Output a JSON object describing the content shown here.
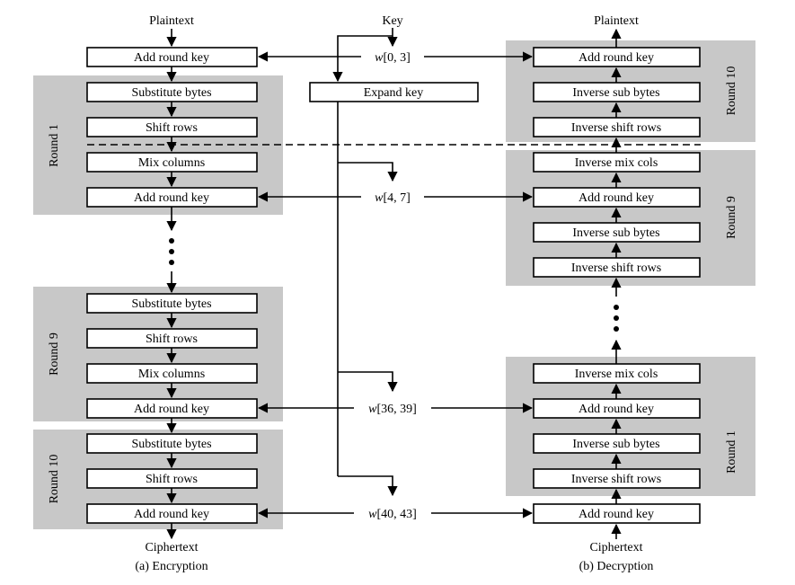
{
  "enc": {
    "plaintext": "Plaintext",
    "initial_add": "Add round key",
    "r1": [
      "Substitute bytes",
      "Shift rows",
      "Mix columns",
      "Add round key"
    ],
    "r9": [
      "Substitute bytes",
      "Shift rows",
      "Mix columns",
      "Add round key"
    ],
    "r10": [
      "Substitute bytes",
      "Shift rows",
      "Add round key"
    ],
    "round_1": "Round 1",
    "round_9": "Round 9",
    "round_10": "Round 10",
    "ciphertext": "Ciphertext",
    "caption": "(a) Encryption"
  },
  "key": {
    "title": "Key",
    "expand": "Expand key",
    "w": [
      {
        "pre": "w",
        "post": "[0, 3]"
      },
      {
        "pre": "w",
        "post": "[4, 7]"
      },
      {
        "pre": "w",
        "post": "[36, 39]"
      },
      {
        "pre": "w",
        "post": "[40, 43]"
      }
    ]
  },
  "dec": {
    "plaintext": "Plaintext",
    "r10": [
      "Add round key",
      "Inverse sub bytes",
      "Inverse shift rows"
    ],
    "r9": [
      "Inverse mix cols",
      "Add round key",
      "Inverse sub bytes",
      "Inverse shift rows"
    ],
    "r1": [
      "Inverse mix cols",
      "Add round key",
      "Inverse sub bytes",
      "Inverse shift rows"
    ],
    "initial_add": "Add round key",
    "round_10": "Round 10",
    "round_9": "Round 9",
    "round_1": "Round 1",
    "ciphertext": "Ciphertext",
    "caption": "(b) Decryption"
  }
}
